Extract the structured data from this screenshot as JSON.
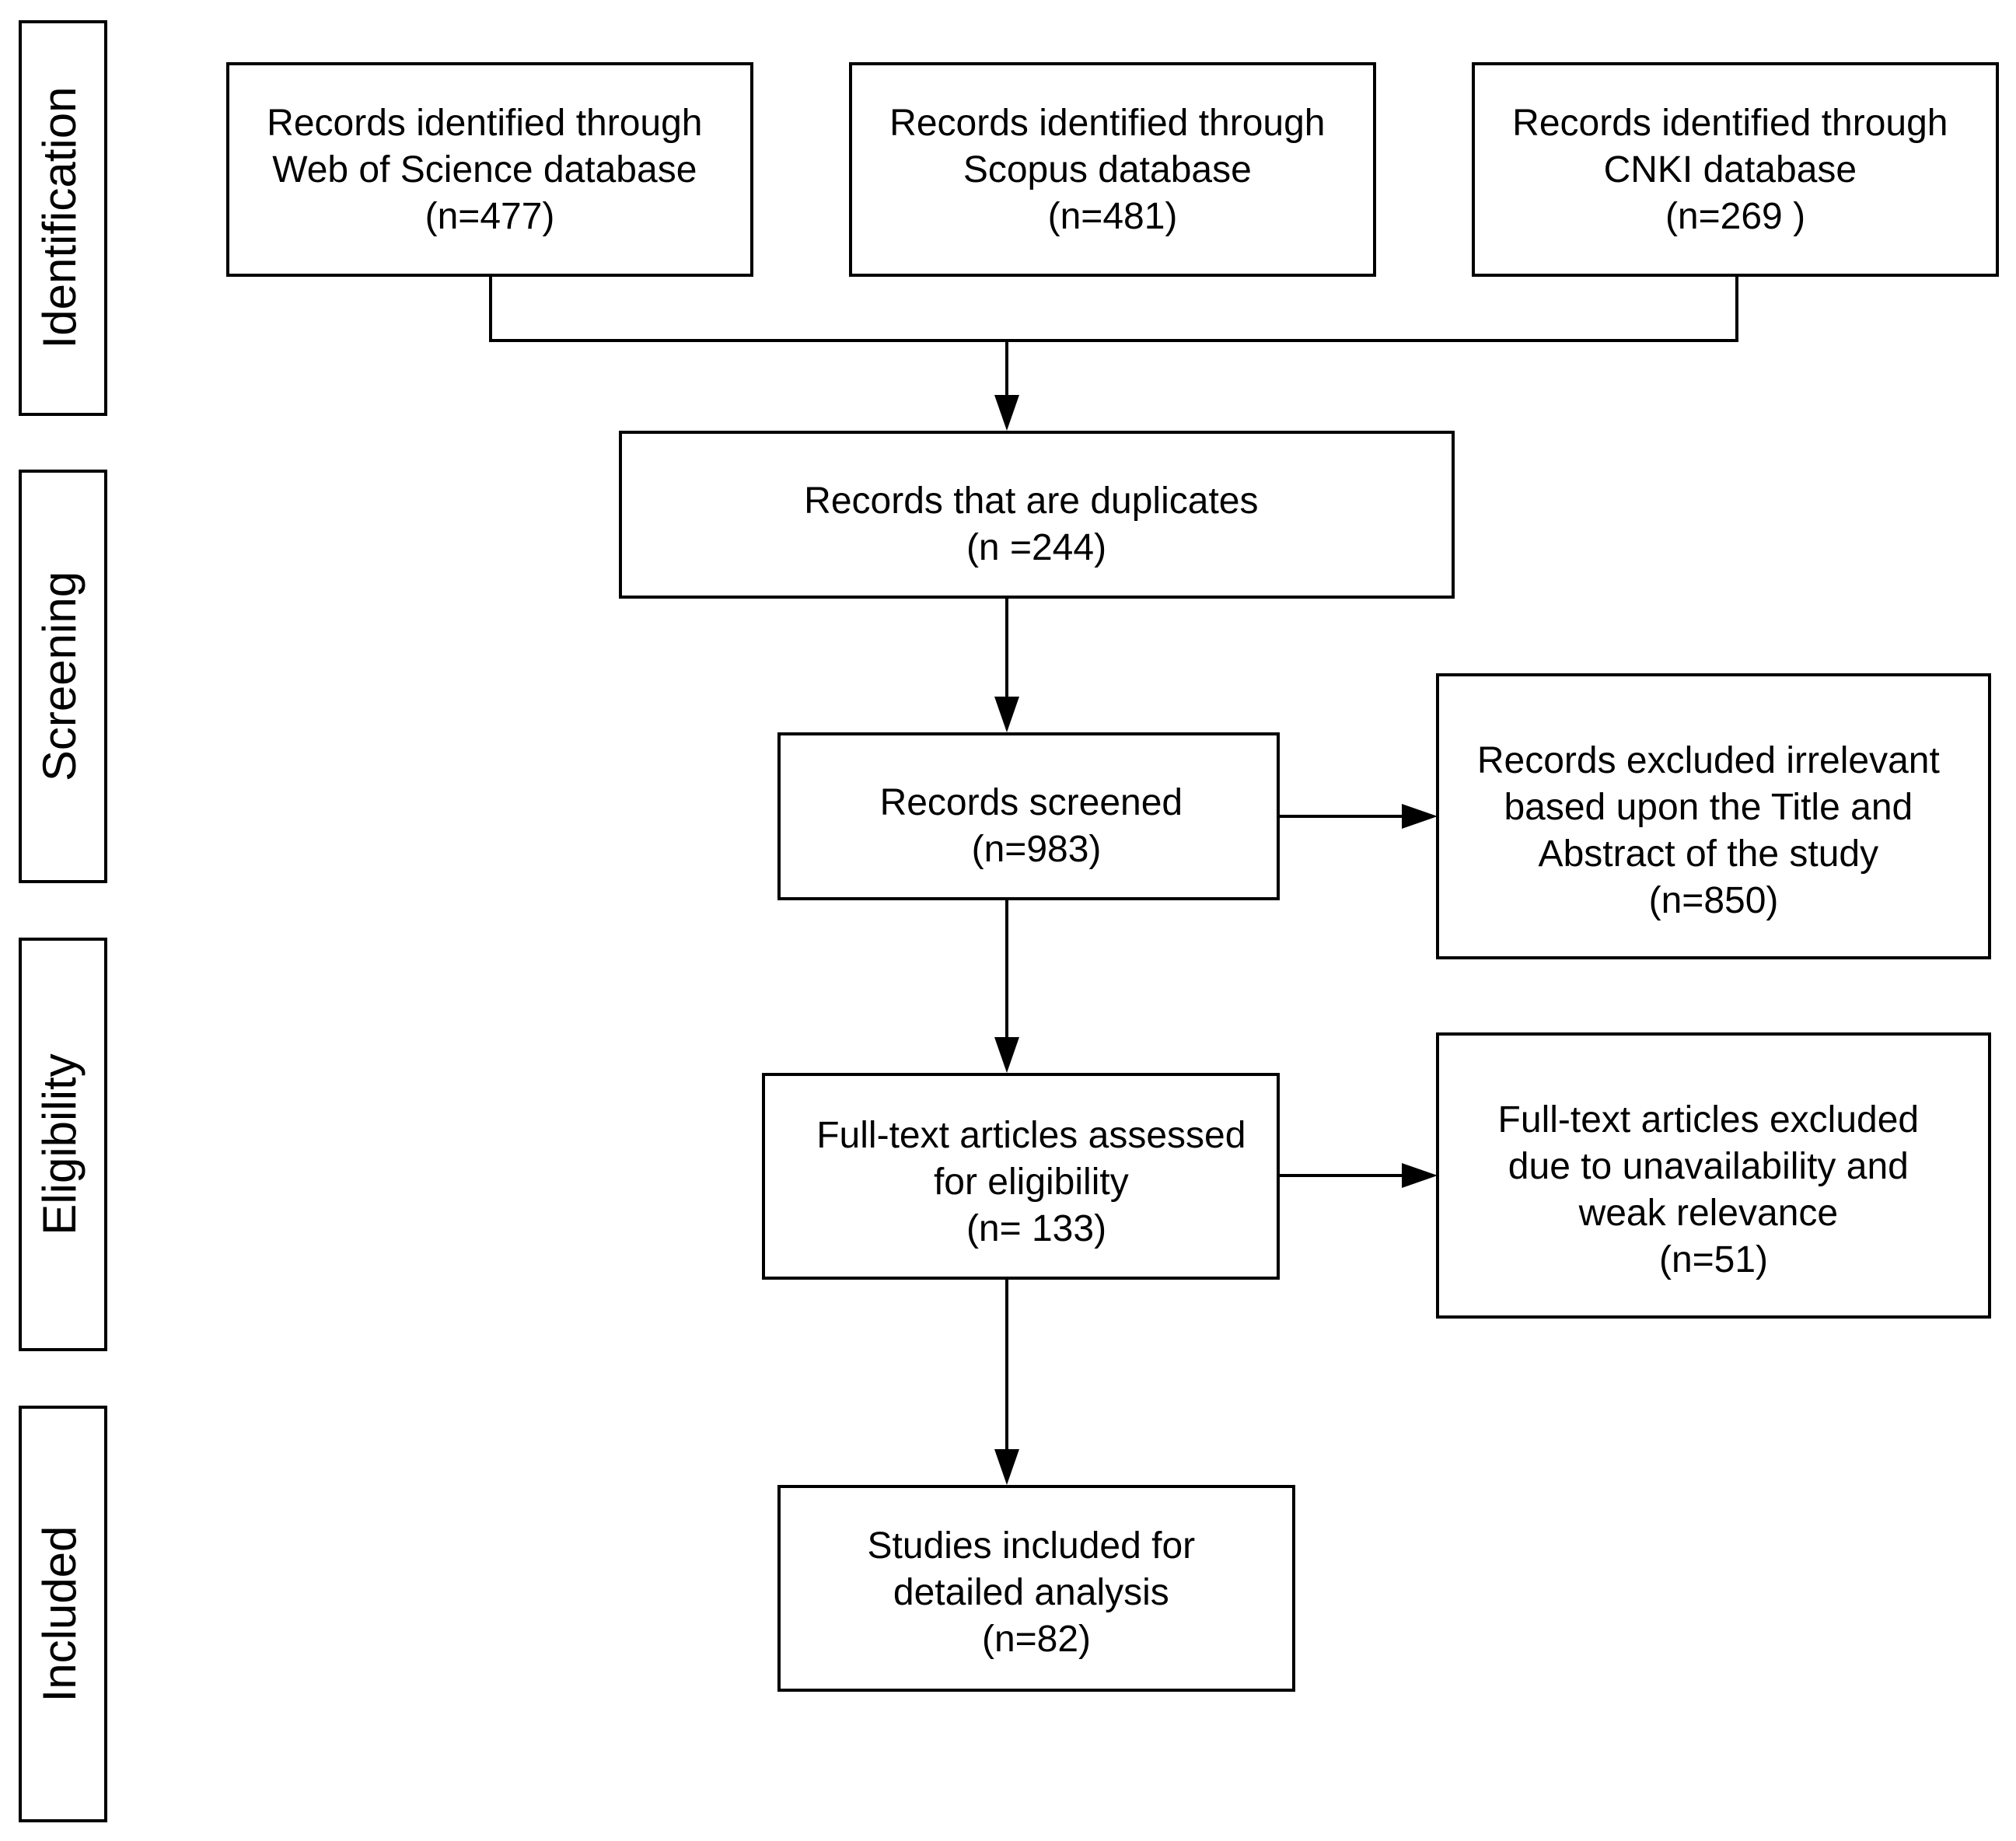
{
  "stages": [
    {
      "id": "identification",
      "label": "Identification"
    },
    {
      "id": "screening",
      "label": "Screening"
    },
    {
      "id": "eligibility",
      "label": "Eligibility"
    },
    {
      "id": "included",
      "label": "Included"
    }
  ],
  "nodes": {
    "wos": {
      "lines": [
        "Records identified through",
        "Web of Science database",
        "(n=477)"
      ]
    },
    "scopus": {
      "lines": [
        "Records identified through",
        "Scopus database",
        "(n=481)"
      ]
    },
    "cnki": {
      "lines": [
        "Records identified through",
        "CNKI database",
        "(n=269 )"
      ]
    },
    "duplicates": {
      "lines": [
        "Records that are duplicates",
        "(n =244)"
      ]
    },
    "screened": {
      "lines": [
        "Records screened",
        "(n=983)"
      ]
    },
    "excluded_title": {
      "lines": [
        "Records excluded irrelevant",
        "based upon the Title and",
        "Abstract of the study",
        "(n=850)"
      ]
    },
    "fulltext": {
      "lines": [
        "Full-text articles assessed",
        "for eligibility",
        "(n= 133)"
      ]
    },
    "excluded_fulltext": {
      "lines": [
        "Full-text articles excluded",
        "due to unavailability and",
        "weak relevance",
        "(n=51)"
      ]
    },
    "included": {
      "lines": [
        "Studies included for",
        "detailed analysis",
        "(n=82)"
      ]
    }
  }
}
